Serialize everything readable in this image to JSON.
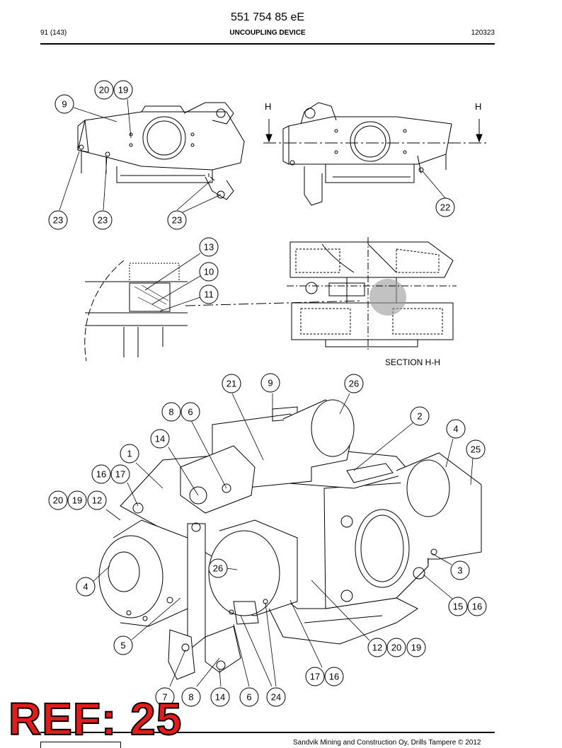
{
  "header": {
    "doc_code": "551 754 85 eE",
    "page": "91 (143)",
    "title": "UNCOUPLING DEVICE",
    "date": "120323"
  },
  "views": {
    "section_marker": "H",
    "section_label": "SECTION H-H"
  },
  "callouts": [
    {
      "id": "c-20a",
      "text": "20"
    },
    {
      "id": "c-19a",
      "text": "19"
    },
    {
      "id": "c-9a",
      "text": "9"
    },
    {
      "id": "c-23a",
      "text": "23"
    },
    {
      "id": "c-23b",
      "text": "23"
    },
    {
      "id": "c-23c",
      "text": "23"
    },
    {
      "id": "c-22",
      "text": "22"
    },
    {
      "id": "c-13",
      "text": "13"
    },
    {
      "id": "c-10",
      "text": "10"
    },
    {
      "id": "c-11",
      "text": "11"
    },
    {
      "id": "c-21",
      "text": "21"
    },
    {
      "id": "c-9b",
      "text": "9"
    },
    {
      "id": "c-26a",
      "text": "26"
    },
    {
      "id": "c-8a",
      "text": "8"
    },
    {
      "id": "c-6a",
      "text": "6"
    },
    {
      "id": "c-2",
      "text": "2"
    },
    {
      "id": "c-4a",
      "text": "4"
    },
    {
      "id": "c-25",
      "text": "25"
    },
    {
      "id": "c-14a",
      "text": "14"
    },
    {
      "id": "c-1",
      "text": "1"
    },
    {
      "id": "c-16a",
      "text": "16"
    },
    {
      "id": "c-17a",
      "text": "17"
    },
    {
      "id": "c-20b",
      "text": "20"
    },
    {
      "id": "c-19b",
      "text": "19"
    },
    {
      "id": "c-12a",
      "text": "12"
    },
    {
      "id": "c-26b",
      "text": "26"
    },
    {
      "id": "c-3",
      "text": "3"
    },
    {
      "id": "c-4b",
      "text": "4"
    },
    {
      "id": "c-15",
      "text": "15"
    },
    {
      "id": "c-16b",
      "text": "16"
    },
    {
      "id": "c-5",
      "text": "5"
    },
    {
      "id": "c-12b",
      "text": "12"
    },
    {
      "id": "c-20c",
      "text": "20"
    },
    {
      "id": "c-19c",
      "text": "19"
    },
    {
      "id": "c-17b",
      "text": "17"
    },
    {
      "id": "c-16c",
      "text": "16"
    },
    {
      "id": "c-7",
      "text": "7"
    },
    {
      "id": "c-8b",
      "text": "8"
    },
    {
      "id": "c-14b",
      "text": "14"
    },
    {
      "id": "c-6b",
      "text": "6"
    },
    {
      "id": "c-24",
      "text": "24"
    }
  ],
  "footer": {
    "text": "Sandvik Mining and Construction Oy, Drills Tampere © 2012"
  },
  "ref_stamp": "REF: 25"
}
